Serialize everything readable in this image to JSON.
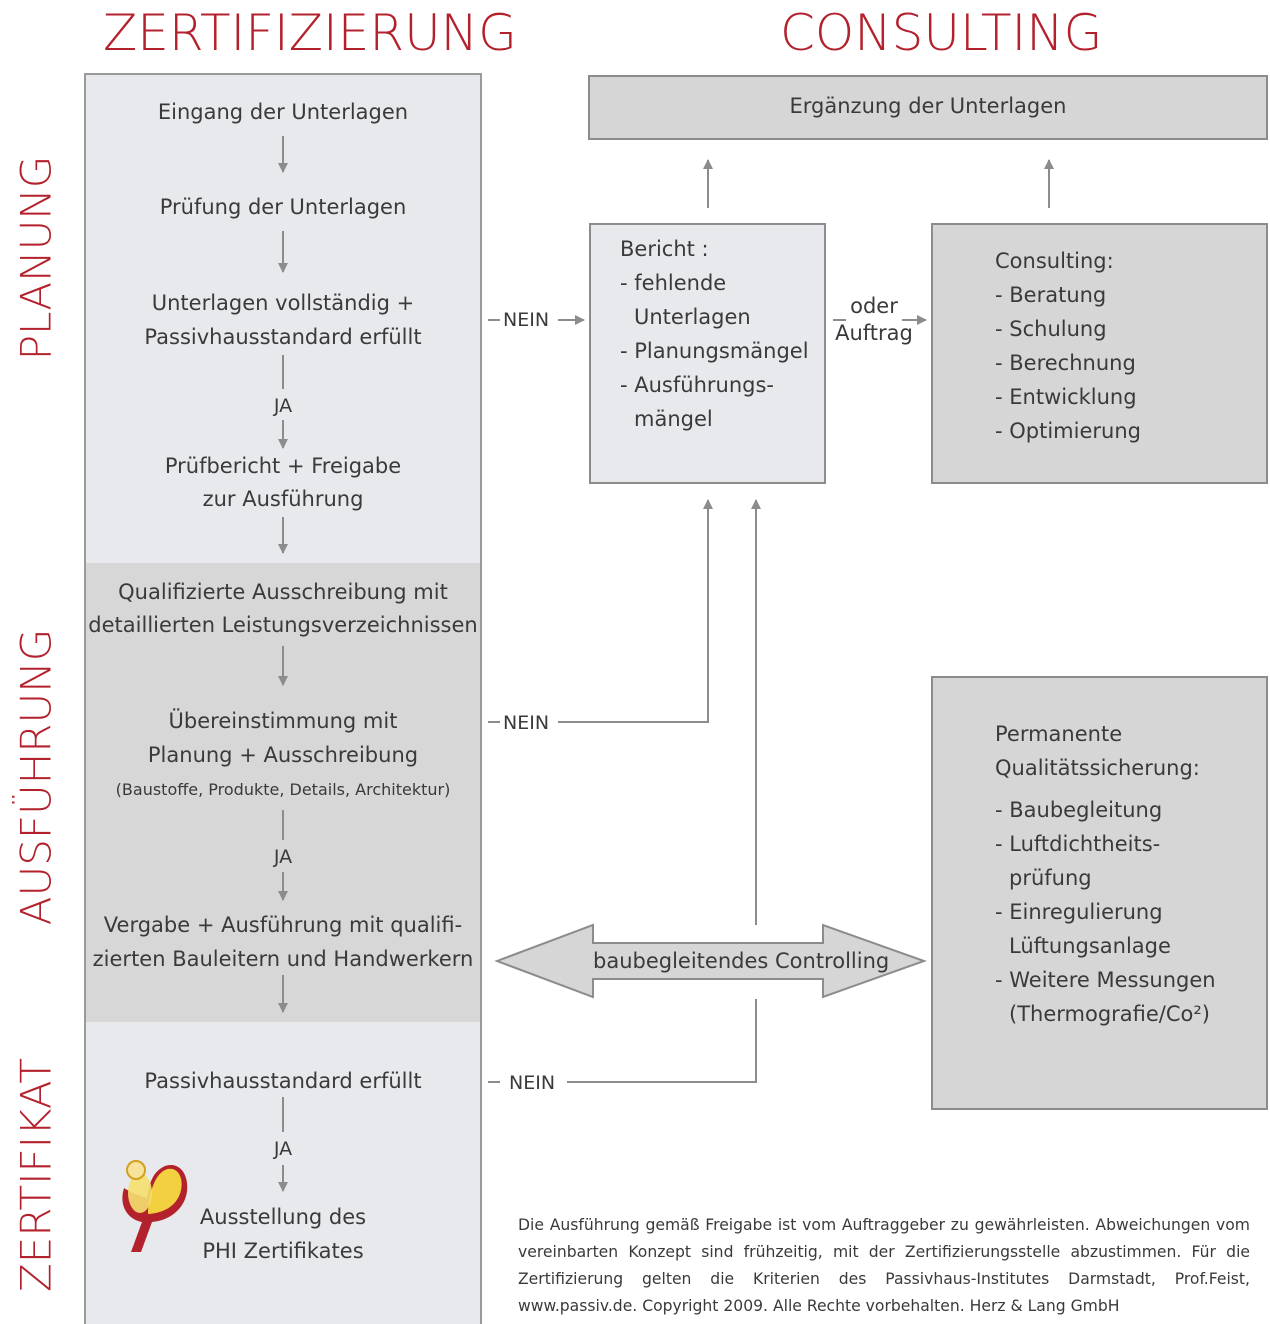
{
  "headers": {
    "left": "ZERTIFIZIERUNG",
    "right": "CONSULTING"
  },
  "side_labels": {
    "planung": "PLANUNG",
    "ausfuehrung": "AUSFÜHRUNG",
    "zertifikat": "ZERTIFIKAT"
  },
  "colors": {
    "accent": "#b3212c",
    "panel_light": "#e8e9ec",
    "panel_dark": "#d7d7d8",
    "box_fill": "#d6d6d7",
    "arrow": "#8c8c8c"
  },
  "left": {
    "step1": "Eingang der Unterlagen",
    "step2": "Prüfung der Unterlagen",
    "step3_line1": "Unterlagen vollständig +",
    "step3_line2": "Passivhausstandard erfüllt",
    "ja1": "JA",
    "step4_line1": "Prüfbericht + Freigabe",
    "step4_line2": "zur Ausführung",
    "step5_line1": "Qualifizierte Ausschreibung mit",
    "step5_line2": "detaillierten Leistungsverzeichnissen",
    "step6_line1": "Übereinstimmung mit",
    "step6_line2": "Planung + Ausschreibung",
    "step6_line3": "(Baustoffe, Produkte, Details, Architektur)",
    "ja2": "JA",
    "step7_line1": "Vergabe + Ausführung mit qualifi-",
    "step7_line2": "zierten Bauleitern und Handwerkern",
    "step8": "Passivhausstandard erfüllt",
    "ja3": "JA",
    "step9_line1": "Ausstellung des",
    "step9_line2": "PHI Zertifikates"
  },
  "nein": {
    "n1": "NEIN",
    "n2": "NEIN",
    "n3": "NEIN"
  },
  "ergaenzung": "Ergänzung der Unterlagen",
  "bericht": {
    "title": "Bericht :",
    "items": [
      "- fehlende",
      "Unterlagen",
      "- Planungsmängel",
      "- Ausführungs-",
      "mängel"
    ]
  },
  "oder": {
    "line1": "oder",
    "line2": "Auftrag"
  },
  "consulting": {
    "title": "Consulting:",
    "items": [
      "- Beratung",
      "- Schulung",
      "- Berechnung",
      "- Entwicklung",
      "- Optimierung"
    ]
  },
  "qualitaet": {
    "title1": "Permanente",
    "title2": "Qualitätssicherung:",
    "items": [
      "- Baubegleitung",
      "- Luftdichtheits-",
      "prüfung",
      "- Einregulierung",
      "Lüftungsanlage",
      "- Weitere Messungen",
      "(Thermografie/Co²)"
    ]
  },
  "controlling": "baubegleitendes Controlling",
  "footer": "Die Ausführung gemäß Freigabe ist vom Auftraggeber zu gewährleisten. Abweichungen vom vereinbarten Konzept sind frühzeitig, mit der Zertifizierungsstelle abzustimmen. Für die Zertifizierung gelten die Kriterien des Passivhaus-Institutes Darmstadt, Prof.Feist, www.passiv.de. Copyright 2009. Alle Rechte vorbehalten. Herz & Lang GmbH"
}
